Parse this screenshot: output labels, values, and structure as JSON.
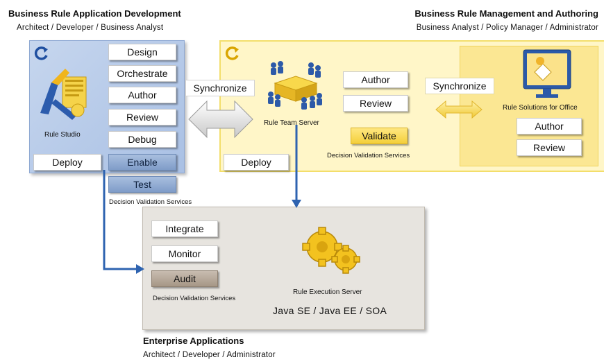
{
  "left_header": {
    "title": "Business Rule Application Development",
    "subtitle": "Architect / Developer / Business Analyst"
  },
  "right_header": {
    "title": "Business Rule Management and Authoring",
    "subtitle": "Business Analyst / Policy Manager / Administrator"
  },
  "bottom_header": {
    "title": "Enterprise Applications",
    "subtitle": "Architect / Developer / Administrator"
  },
  "rule_studio": {
    "label": "Rule Studio",
    "steps": [
      "Design",
      "Orchestrate",
      "Author",
      "Review",
      "Debug"
    ],
    "deploy": "Deploy",
    "enable": "Enable",
    "test": "Test",
    "dvs_label": "Decision Validation Services"
  },
  "team_server": {
    "label": "Rule Team Server",
    "author": "Author",
    "review": "Review",
    "validate": "Validate",
    "dvs_label": "Decision Validation Services",
    "deploy": "Deploy"
  },
  "office": {
    "label": "Rule Solutions for Office",
    "author": "Author",
    "review": "Review"
  },
  "sync_left": "Synchronize",
  "sync_right": "Synchronize",
  "execution": {
    "integrate": "Integrate",
    "monitor": "Monitor",
    "audit": "Audit",
    "dvs_label": "Decision Validation Services",
    "server_label": "Rule Execution Server",
    "platforms": "Java SE / Java EE / SOA"
  },
  "colors": {
    "blue_panel": "#a9c0e4",
    "yellow_panel": "#fff6c8",
    "gray_panel": "#e7e4df",
    "arrow_blue": "#2e63b0",
    "enable_blue": "#7f9cc8",
    "validate_yellow": "#f4cf3a",
    "audit_gray": "#a69786"
  },
  "icons": [
    "refresh-icon",
    "rule-studio-icon",
    "team-server-icon",
    "office-monitor-icon",
    "gears-icon"
  ]
}
